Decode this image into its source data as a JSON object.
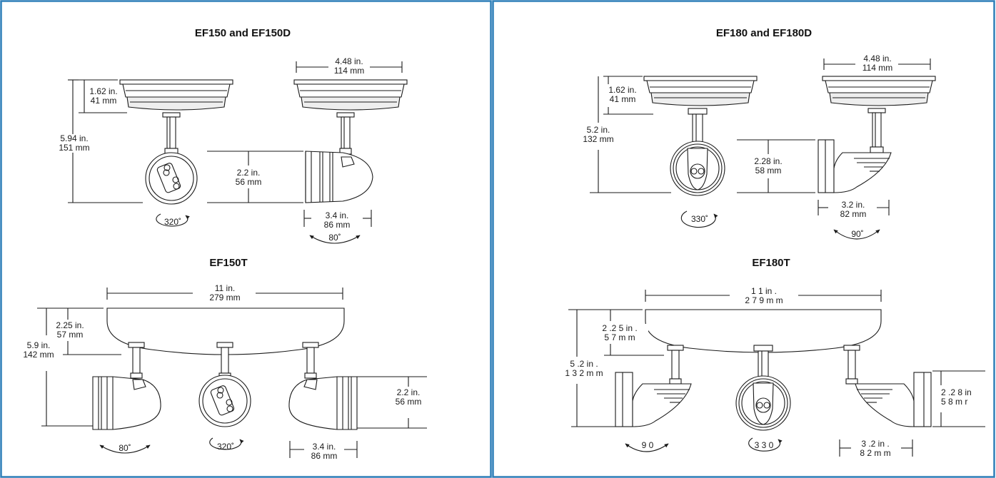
{
  "panels": {
    "left": {
      "title_top": "EF150 and EF150D",
      "title_bottom": "EF150T",
      "top": {
        "dim_width": [
          "4.48 in.",
          "114 mm"
        ],
        "dim_canopy": [
          "1.62 in.",
          "41 mm"
        ],
        "dim_height": [
          "5.94 in.",
          "151 mm"
        ],
        "dim_head": [
          "2.2 in.",
          "56 mm"
        ],
        "dim_depth": [
          "3.4 in.",
          "86 mm"
        ],
        "rot_front": "320˚",
        "rot_side": "80˚"
      },
      "bottom": {
        "dim_width": [
          "11 in.",
          "279 mm"
        ],
        "dim_canopy": [
          "2.25 in.",
          "57 mm"
        ],
        "dim_height": [
          "5.9 in.",
          "142 mm"
        ],
        "dim_head": [
          "2.2 in.",
          "56 mm"
        ],
        "dim_depth": [
          "3.4 in.",
          "86 mm"
        ],
        "rot_left": "80˚",
        "rot_center": "320˚"
      }
    },
    "right": {
      "title_top": "EF180 and EF180D",
      "title_bottom": "EF180T",
      "top": {
        "dim_width": [
          "4.48 in.",
          "114 mm"
        ],
        "dim_canopy": [
          "1.62 in.",
          "41 mm"
        ],
        "dim_height": [
          "5.2 in.",
          "132 mm"
        ],
        "dim_head": [
          "2.28 in.",
          "58 mm"
        ],
        "dim_depth": [
          "3.2 in.",
          "82 mm"
        ],
        "rot_front": "330˚",
        "rot_side": "90˚"
      },
      "bottom": {
        "dim_width": [
          "1 1  in .",
          "2 7 9  m  m"
        ],
        "dim_canopy": [
          "2 .2 5  in .",
          "5 7  m  m"
        ],
        "dim_height": [
          "5 .2  in .",
          "1 3 2  m  m"
        ],
        "dim_head": [
          "2 .2 8  in",
          "5 8  m  r"
        ],
        "dim_depth": [
          "3 .2  in .",
          "8 2  m  m"
        ],
        "rot_left": "9 0",
        "rot_center": "3 3 0"
      }
    }
  },
  "colors": {
    "border": "#2e7fb8",
    "line": "#1a1a1a",
    "fill": "#ffffff",
    "shade": "#e6e6e6"
  }
}
